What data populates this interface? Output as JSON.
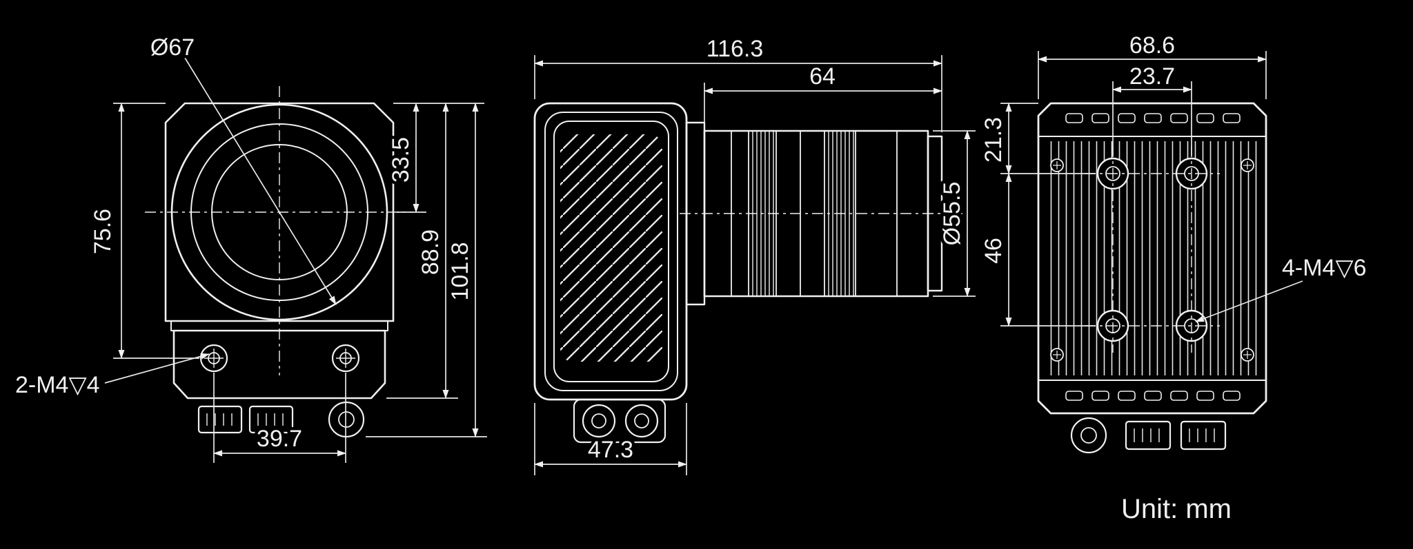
{
  "drawing": {
    "unit_label": "Unit: mm",
    "front_view": {
      "lens_diameter": "Ø67",
      "left_height": "75.6",
      "center_height": "33.5",
      "body_height": "88.9",
      "overall_height": "101.8",
      "mount_note": "2-M4▽4",
      "screw_spacing": "39.7"
    },
    "side_view": {
      "overall_length": "116.3",
      "lens_length": "64",
      "lens_diameter": "Ø55.5",
      "body_depth": "47.3"
    },
    "rear_view": {
      "overall_width": "68.6",
      "hole_spacing_horizontal": "23.7",
      "top_to_hole": "21.3",
      "hole_spacing_vertical": "46",
      "mount_note": "4-M4▽6"
    }
  }
}
